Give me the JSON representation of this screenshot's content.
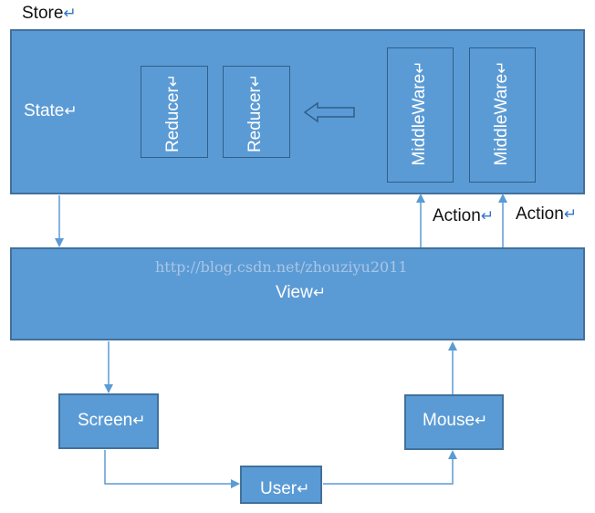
{
  "store": {
    "label": "Store"
  },
  "state": {
    "label": "State"
  },
  "reducers": [
    {
      "label": "Reducer"
    },
    {
      "label": "Reducer"
    }
  ],
  "middlewares": [
    {
      "label": "MiddleWare"
    },
    {
      "label": "MiddleWare"
    }
  ],
  "actions": [
    {
      "label": "Action"
    },
    {
      "label": "Action"
    }
  ],
  "view": {
    "label": "View"
  },
  "screen": {
    "label": "Screen"
  },
  "mouse": {
    "label": "Mouse"
  },
  "user": {
    "label": "User"
  },
  "watermark": {
    "text": "http://blog.csdn.net/zhouziyu2011"
  },
  "colors": {
    "box_fill": "#5b9bd5",
    "box_border": "#41719c",
    "arrow": "#5b9bd5",
    "return_mark": "#2f75c7"
  }
}
